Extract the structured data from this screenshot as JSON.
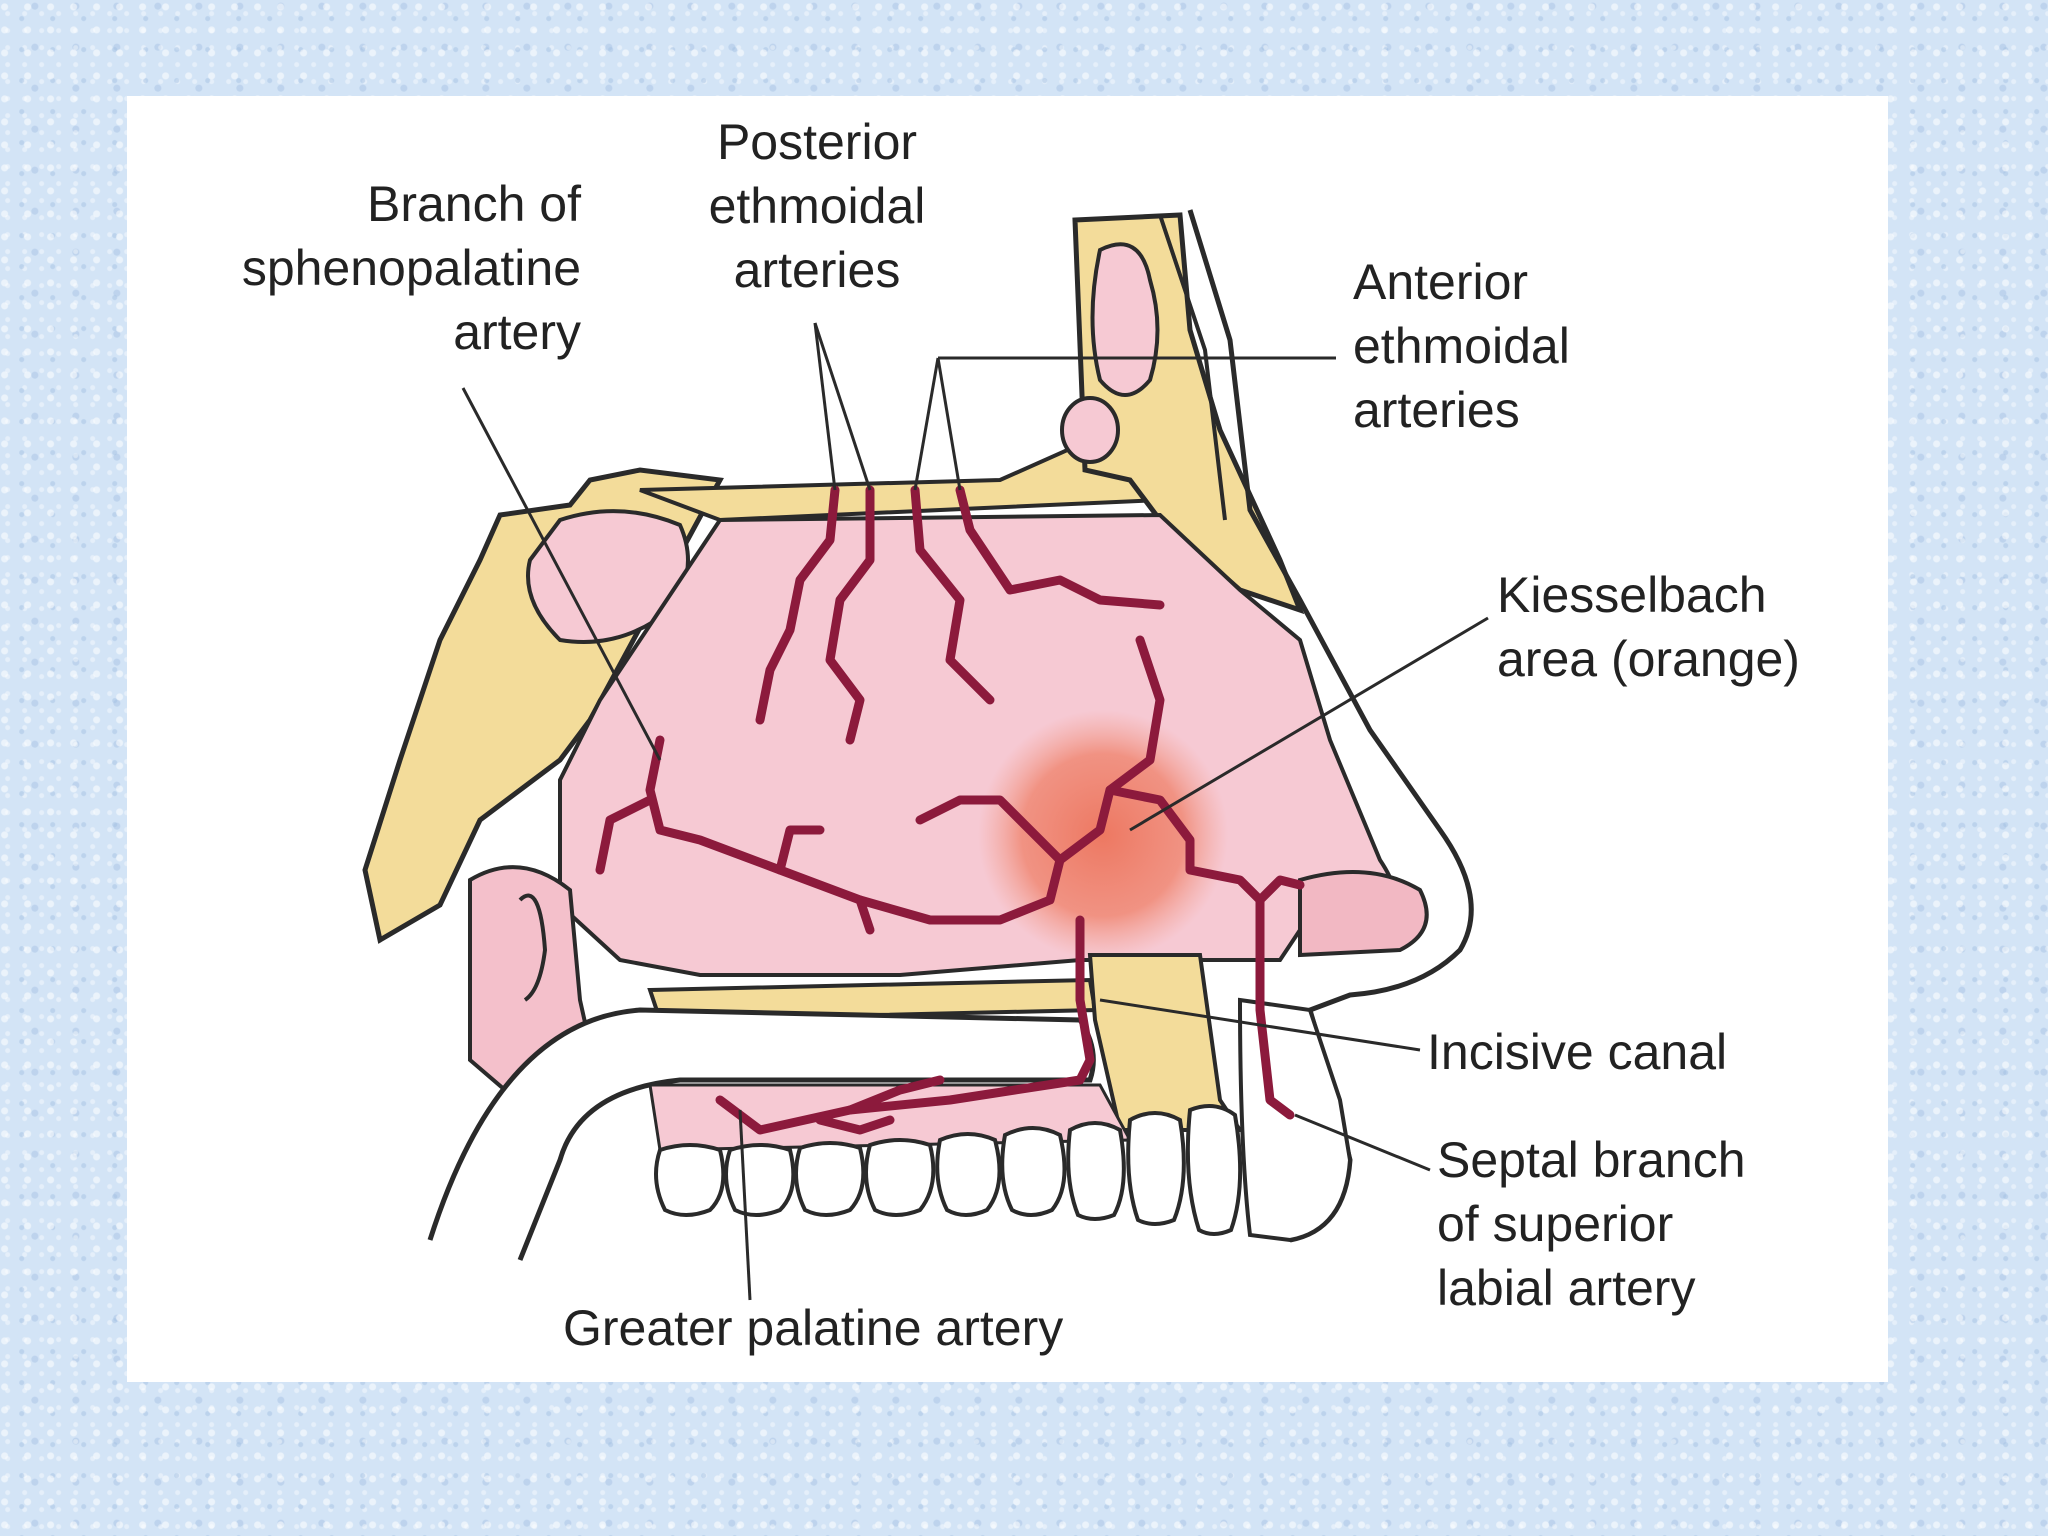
{
  "labels": {
    "branch_sphenopalatine": [
      "Branch of",
      "sphenopalatine",
      "artery"
    ],
    "posterior_ethmoidal": [
      "Posterior",
      "ethmoidal",
      "arteries"
    ],
    "anterior_ethmoidal": [
      "Anterior",
      "ethmoidal",
      "arteries"
    ],
    "kiesselbach": [
      "Kiesselbach",
      "area (orange)"
    ],
    "incisive_canal": "Incisive canal",
    "septal_branch": [
      "Septal branch",
      "of superior",
      "labial artery"
    ],
    "greater_palatine": "Greater palatine artery"
  },
  "colors": {
    "background": "#d3e4f6",
    "panel": "#ffffff",
    "mucosa": "#f6c9d3",
    "bone": "#f3dc9a",
    "artery": "#8c1a3c",
    "kiesselbach_area": "#ef7a5f",
    "outline": "#2a2a2a"
  }
}
